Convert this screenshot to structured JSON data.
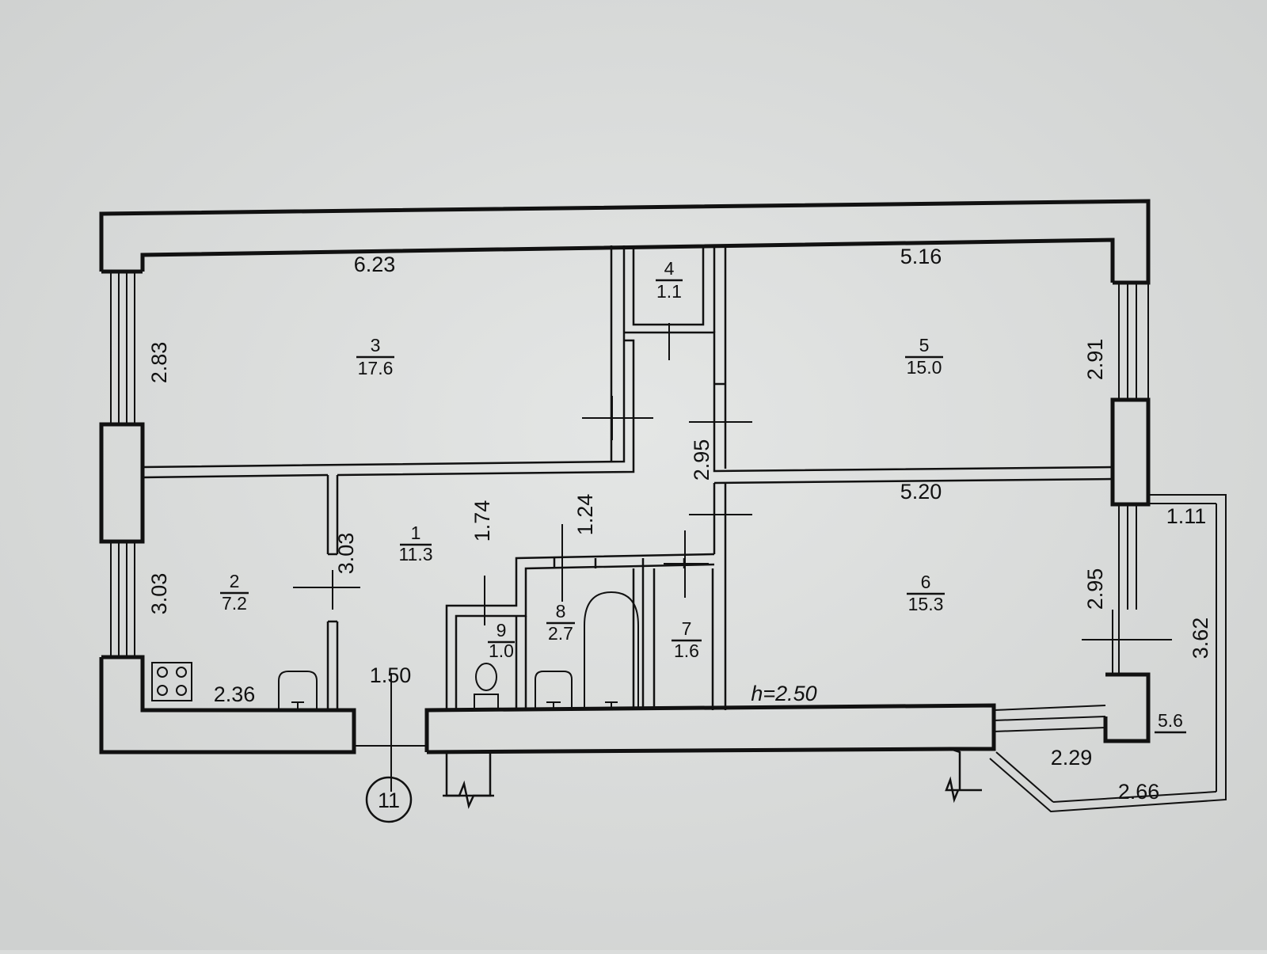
{
  "rooms": [
    {
      "number": "1",
      "area": "11.3"
    },
    {
      "number": "2",
      "area": "7.2"
    },
    {
      "number": "3",
      "area": "17.6"
    },
    {
      "number": "4",
      "area": "1.1"
    },
    {
      "number": "5",
      "area": "15.0"
    },
    {
      "number": "6",
      "area": "15.3"
    },
    {
      "number": "7",
      "area": "1.6"
    },
    {
      "number": "8",
      "area": "2.7"
    },
    {
      "number": "9",
      "area": "1.0"
    }
  ],
  "balcony_area": "5.6",
  "dimensions": [
    "6.23",
    "5.16",
    "5.20",
    "2.83",
    "2.91",
    "3.03",
    "3.03",
    "1.74",
    "1.24",
    "2.95",
    "2.95",
    "2.36",
    "1.50",
    "1.11",
    "3.62",
    "2.29",
    "2.66"
  ],
  "ceiling_height": "h=2.50",
  "entrance_marker": "11"
}
